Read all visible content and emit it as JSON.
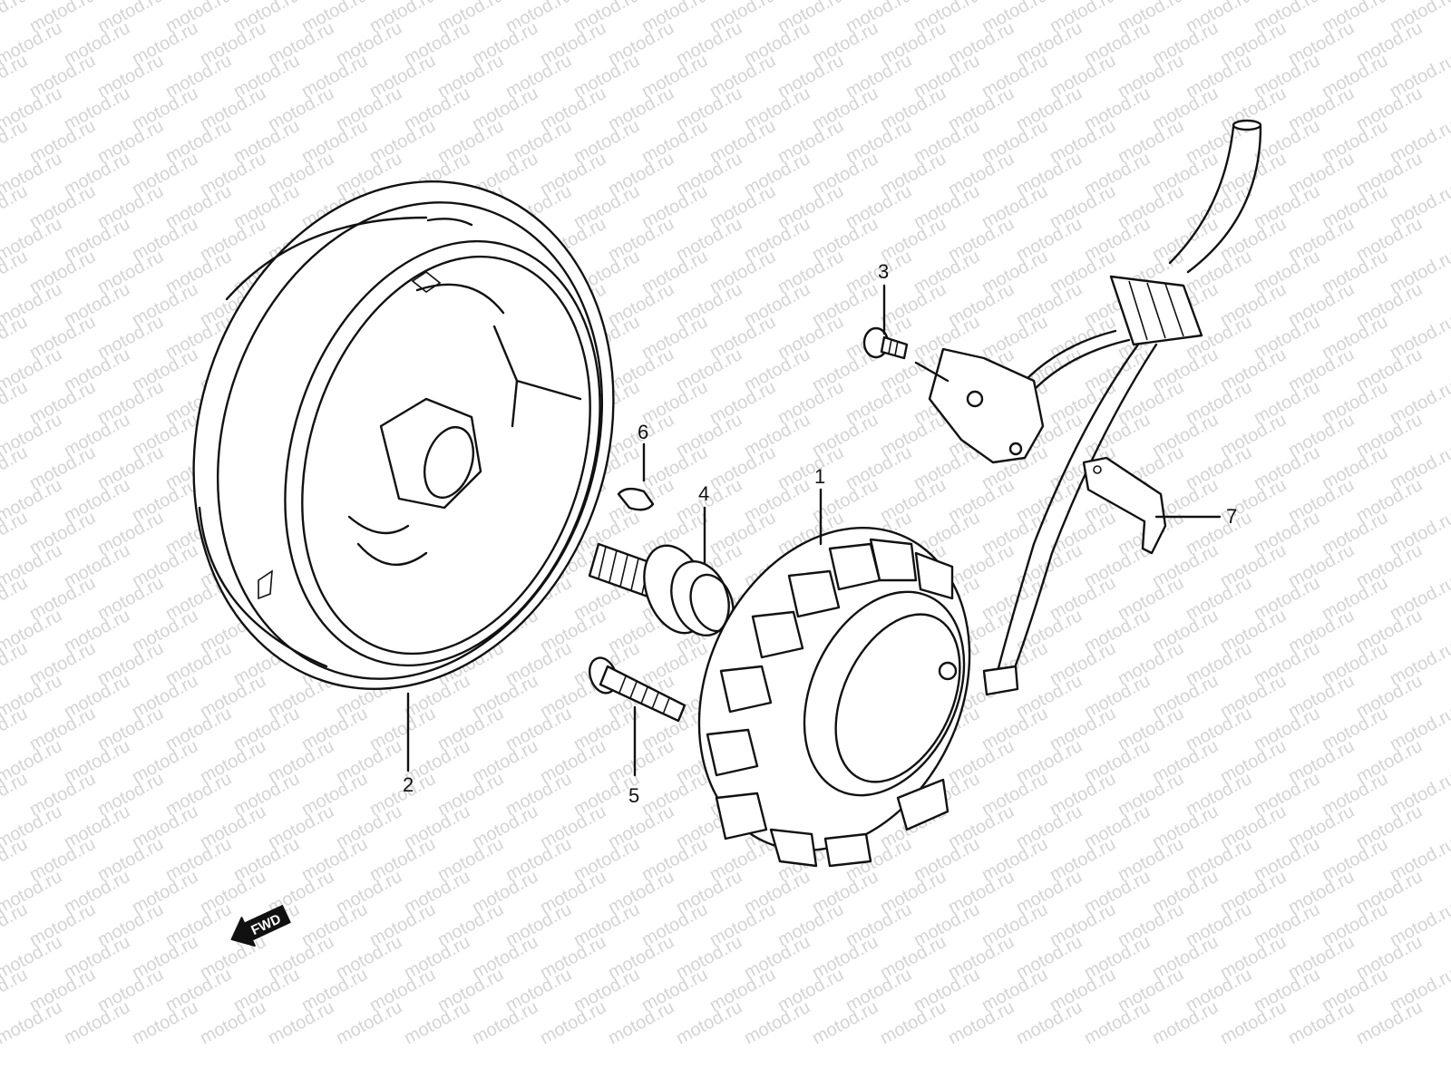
{
  "watermark": "motod.ru",
  "callouts": {
    "stator": "1",
    "rotor": "2",
    "screw_pickup": "3",
    "rotor_bolt": "4",
    "stator_screw": "5",
    "key": "6",
    "clamp": "7"
  },
  "fwd_arrow": "FWD",
  "line_color": "#111111",
  "watermark_color": "#d4d4d4"
}
